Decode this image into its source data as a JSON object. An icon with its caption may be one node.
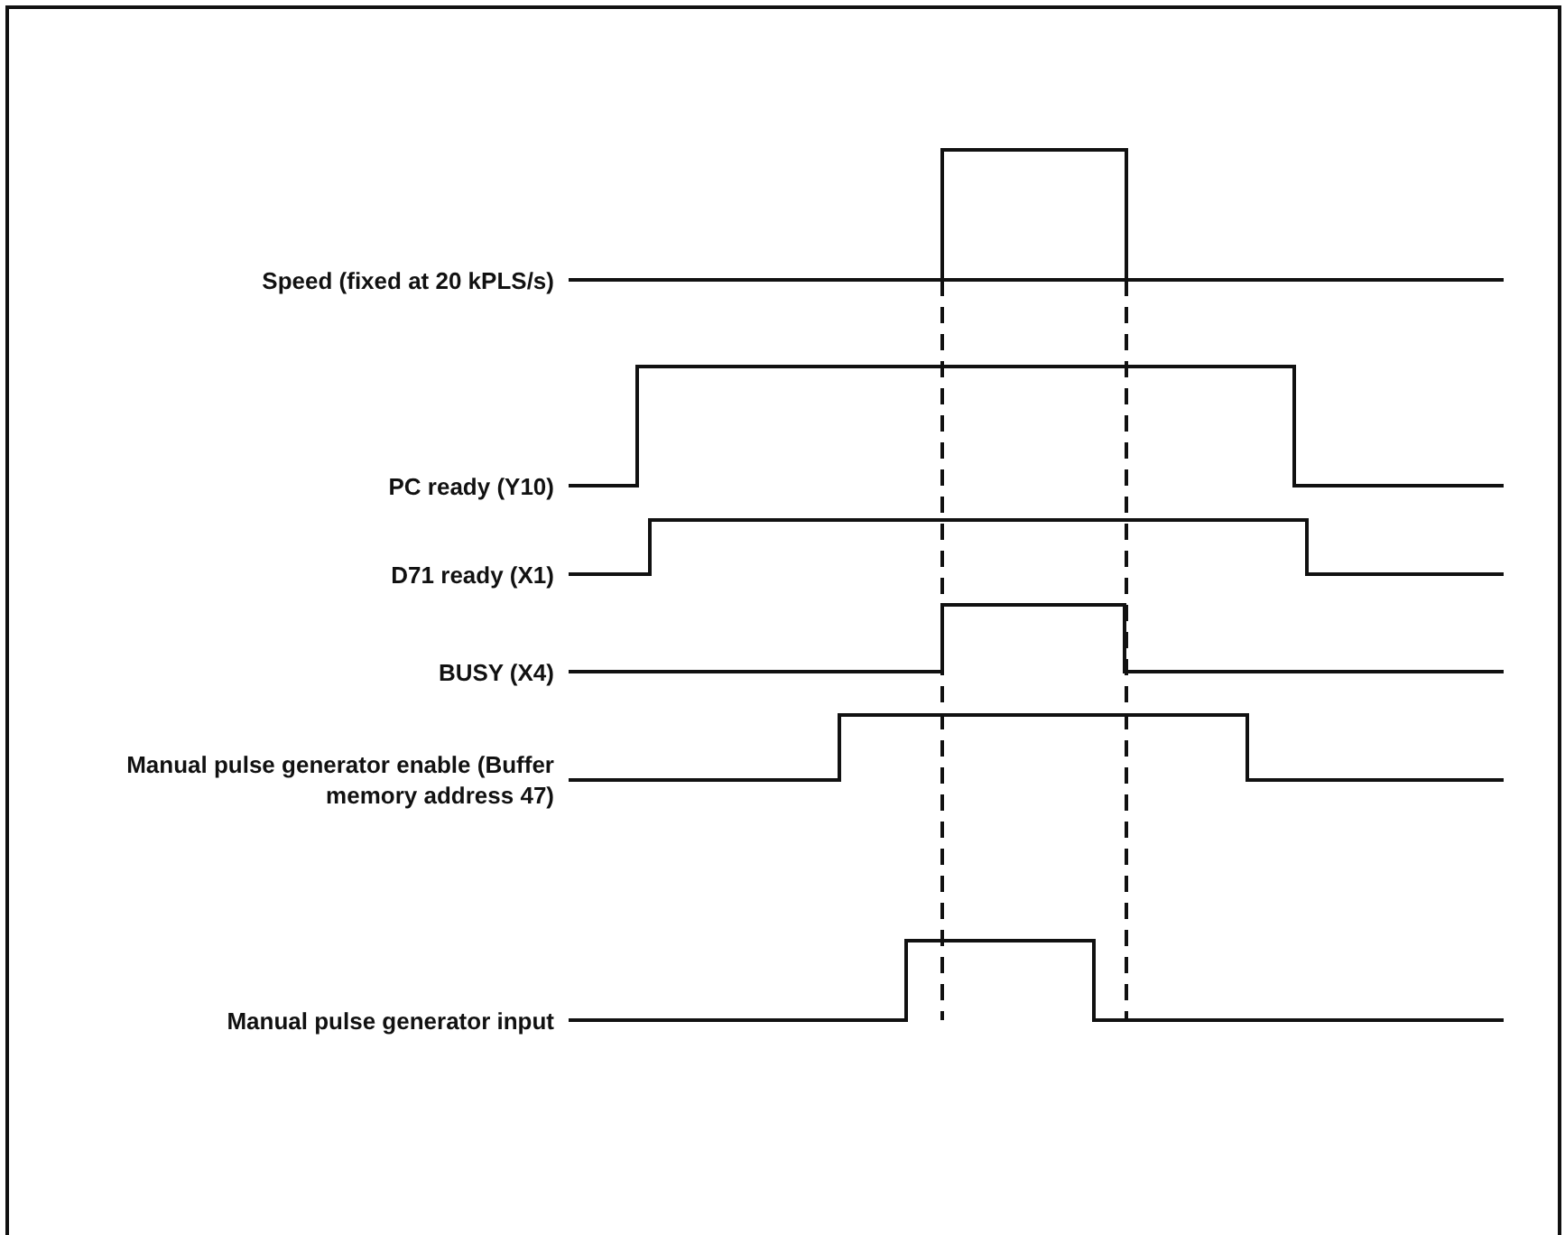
{
  "diagram": {
    "labels": [
      "Speed (fixed at 20 kPLS/s)",
      "PC ready (Y10)",
      "D71 ready (X1)",
      "BUSY (X4)",
      "Manual pulse generator enable (Buffer memory address 47)",
      "Manual pulse generator input"
    ]
  }
}
